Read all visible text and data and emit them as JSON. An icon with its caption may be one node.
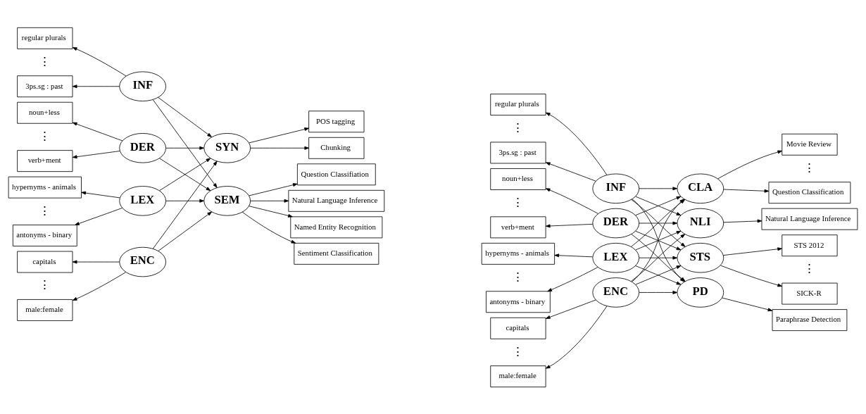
{
  "diagram": {
    "nodes": [
      {
        "text": [
          "regular plurals"
        ]
      },
      {
        "text": [
          "3ps.sg : past"
        ]
      },
      {
        "text": [
          "noun+less"
        ]
      },
      {
        "text": [
          "verb+ment"
        ]
      },
      {
        "text": [
          "hypernyms - animals"
        ]
      },
      {
        "text": [
          "antonyms - binary"
        ]
      },
      {
        "text": [
          "capitals"
        ]
      },
      {
        "text": [
          "male:female"
        ]
      },
      {
        "text": [
          "INF"
        ]
      },
      {
        "text": [
          "DER"
        ]
      },
      {
        "text": [
          "LEX"
        ]
      },
      {
        "text": [
          "ENC"
        ]
      },
      {
        "text": [
          "SYN"
        ]
      },
      {
        "text": [
          "SEM"
        ]
      },
      {
        "text": [
          "POS tagging"
        ]
      },
      {
        "text": [
          "Chunking"
        ]
      },
      {
        "text": [
          "Named Entity Recognition"
        ]
      },
      {
        "text": [
          "Sentiment Classification"
        ]
      },
      {
        "text": [
          "Question Classifiation"
        ]
      },
      {
        "text": [
          "Natural Language Inference"
        ]
      },
      {
        "text": [
          "regular plurals"
        ]
      },
      {
        "text": [
          "3ps.sg : past"
        ]
      },
      {
        "text": [
          "noun+less"
        ]
      },
      {
        "text": [
          "verb+ment"
        ]
      },
      {
        "text": [
          "hypernyms - animals"
        ]
      },
      {
        "text": [
          "antonyms - binary"
        ]
      },
      {
        "text": [
          "capitals"
        ]
      },
      {
        "text": [
          "male:female"
        ]
      },
      {
        "text": [
          "INF"
        ]
      },
      {
        "text": [
          "DER"
        ]
      },
      {
        "text": [
          "LEX"
        ]
      },
      {
        "text": [
          "ENC"
        ]
      },
      {
        "text": [
          "CLA"
        ]
      },
      {
        "text": [
          "NLI"
        ]
      },
      {
        "text": [
          "STS"
        ]
      },
      {
        "text": [
          "PD"
        ]
      },
      {
        "text": [
          "Movie Review"
        ]
      },
      {
        "text": [
          "Question Classification"
        ]
      },
      {
        "text": [
          "Natural Language Inference"
        ]
      },
      {
        "text": [
          "STS 2012"
        ]
      },
      {
        "text": [
          "SICK-R"
        ]
      },
      {
        "text": [
          "Paraphrase Detection"
        ]
      }
    ],
    "edges": [
      {
        "from": 8,
        "to": 0,
        "arrow": "to"
      },
      {
        "from": 8,
        "to": 1,
        "arrow": "to"
      },
      {
        "from": 9,
        "to": 2,
        "arrow": "to"
      },
      {
        "from": 9,
        "to": 3,
        "arrow": "to"
      },
      {
        "from": 10,
        "to": 4,
        "arrow": "to"
      },
      {
        "from": 10,
        "to": 5,
        "arrow": "to"
      },
      {
        "from": 11,
        "to": 6,
        "arrow": "to"
      },
      {
        "from": 11,
        "to": 7,
        "arrow": "to"
      },
      {
        "from": 8,
        "to": 12,
        "arrow": "to"
      },
      {
        "from": 8,
        "to": 13,
        "arrow": "to"
      },
      {
        "from": 9,
        "to": 12,
        "arrow": "to"
      },
      {
        "from": 9,
        "to": 13,
        "arrow": "to"
      },
      {
        "from": 10,
        "to": 12,
        "arrow": "to"
      },
      {
        "from": 10,
        "to": 13,
        "arrow": "to"
      },
      {
        "from": 11,
        "to": 12,
        "arrow": "to"
      },
      {
        "from": 11,
        "to": 13,
        "arrow": "to"
      },
      {
        "from": 12,
        "to": 14,
        "arrow": "to"
      },
      {
        "from": 12,
        "to": 15,
        "arrow": "to"
      },
      {
        "from": 13,
        "to": 16,
        "arrow": "to"
      },
      {
        "from": 13,
        "to": 17,
        "arrow": "to"
      },
      {
        "from": 13,
        "to": 18,
        "arrow": "to"
      },
      {
        "from": 13,
        "to": 19,
        "arrow": "to"
      },
      {
        "from": 28,
        "to": 20,
        "arrow": "to"
      },
      {
        "from": 28,
        "to": 21,
        "arrow": "to"
      },
      {
        "from": 29,
        "to": 22,
        "arrow": "to"
      },
      {
        "from": 29,
        "to": 23,
        "arrow": "to"
      },
      {
        "from": 30,
        "to": 24,
        "arrow": "to"
      },
      {
        "from": 30,
        "to": 25,
        "arrow": "to"
      },
      {
        "from": 31,
        "to": 26,
        "arrow": "to"
      },
      {
        "from": 31,
        "to": 27,
        "arrow": "to"
      },
      {
        "from": 28,
        "to": 32,
        "arrow": "to"
      },
      {
        "from": 28,
        "to": 33,
        "arrow": "to"
      },
      {
        "from": 28,
        "to": 34,
        "arrow": "to"
      },
      {
        "from": 28,
        "to": 35,
        "arrow": "to"
      },
      {
        "from": 29,
        "to": 32,
        "arrow": "to"
      },
      {
        "from": 29,
        "to": 33,
        "arrow": "to"
      },
      {
        "from": 29,
        "to": 34,
        "arrow": "to"
      },
      {
        "from": 29,
        "to": 35,
        "arrow": "to"
      },
      {
        "from": 30,
        "to": 32,
        "arrow": "to"
      },
      {
        "from": 30,
        "to": 33,
        "arrow": "to"
      },
      {
        "from": 30,
        "to": 34,
        "arrow": "to"
      },
      {
        "from": 30,
        "to": 35,
        "arrow": "to"
      },
      {
        "from": 31,
        "to": 32,
        "arrow": "to"
      },
      {
        "from": 31,
        "to": 33,
        "arrow": "to"
      },
      {
        "from": 31,
        "to": 34,
        "arrow": "to"
      },
      {
        "from": 31,
        "to": 35,
        "arrow": "to"
      },
      {
        "from": 32,
        "to": 36,
        "arrow": "to"
      },
      {
        "from": 32,
        "to": 37,
        "arrow": "to"
      },
      {
        "from": 33,
        "to": 38,
        "arrow": "to"
      },
      {
        "from": 34,
        "to": 39,
        "arrow": "to"
      },
      {
        "from": 34,
        "to": 40,
        "arrow": "to"
      },
      {
        "from": 35,
        "to": 41,
        "arrow": "to"
      }
    ],
    "labels": [
      "⋮",
      "⋮",
      "⋮",
      "⋮",
      "⋮",
      "⋮",
      "⋮",
      "⋮",
      "⋮",
      "⋮"
    ]
  }
}
